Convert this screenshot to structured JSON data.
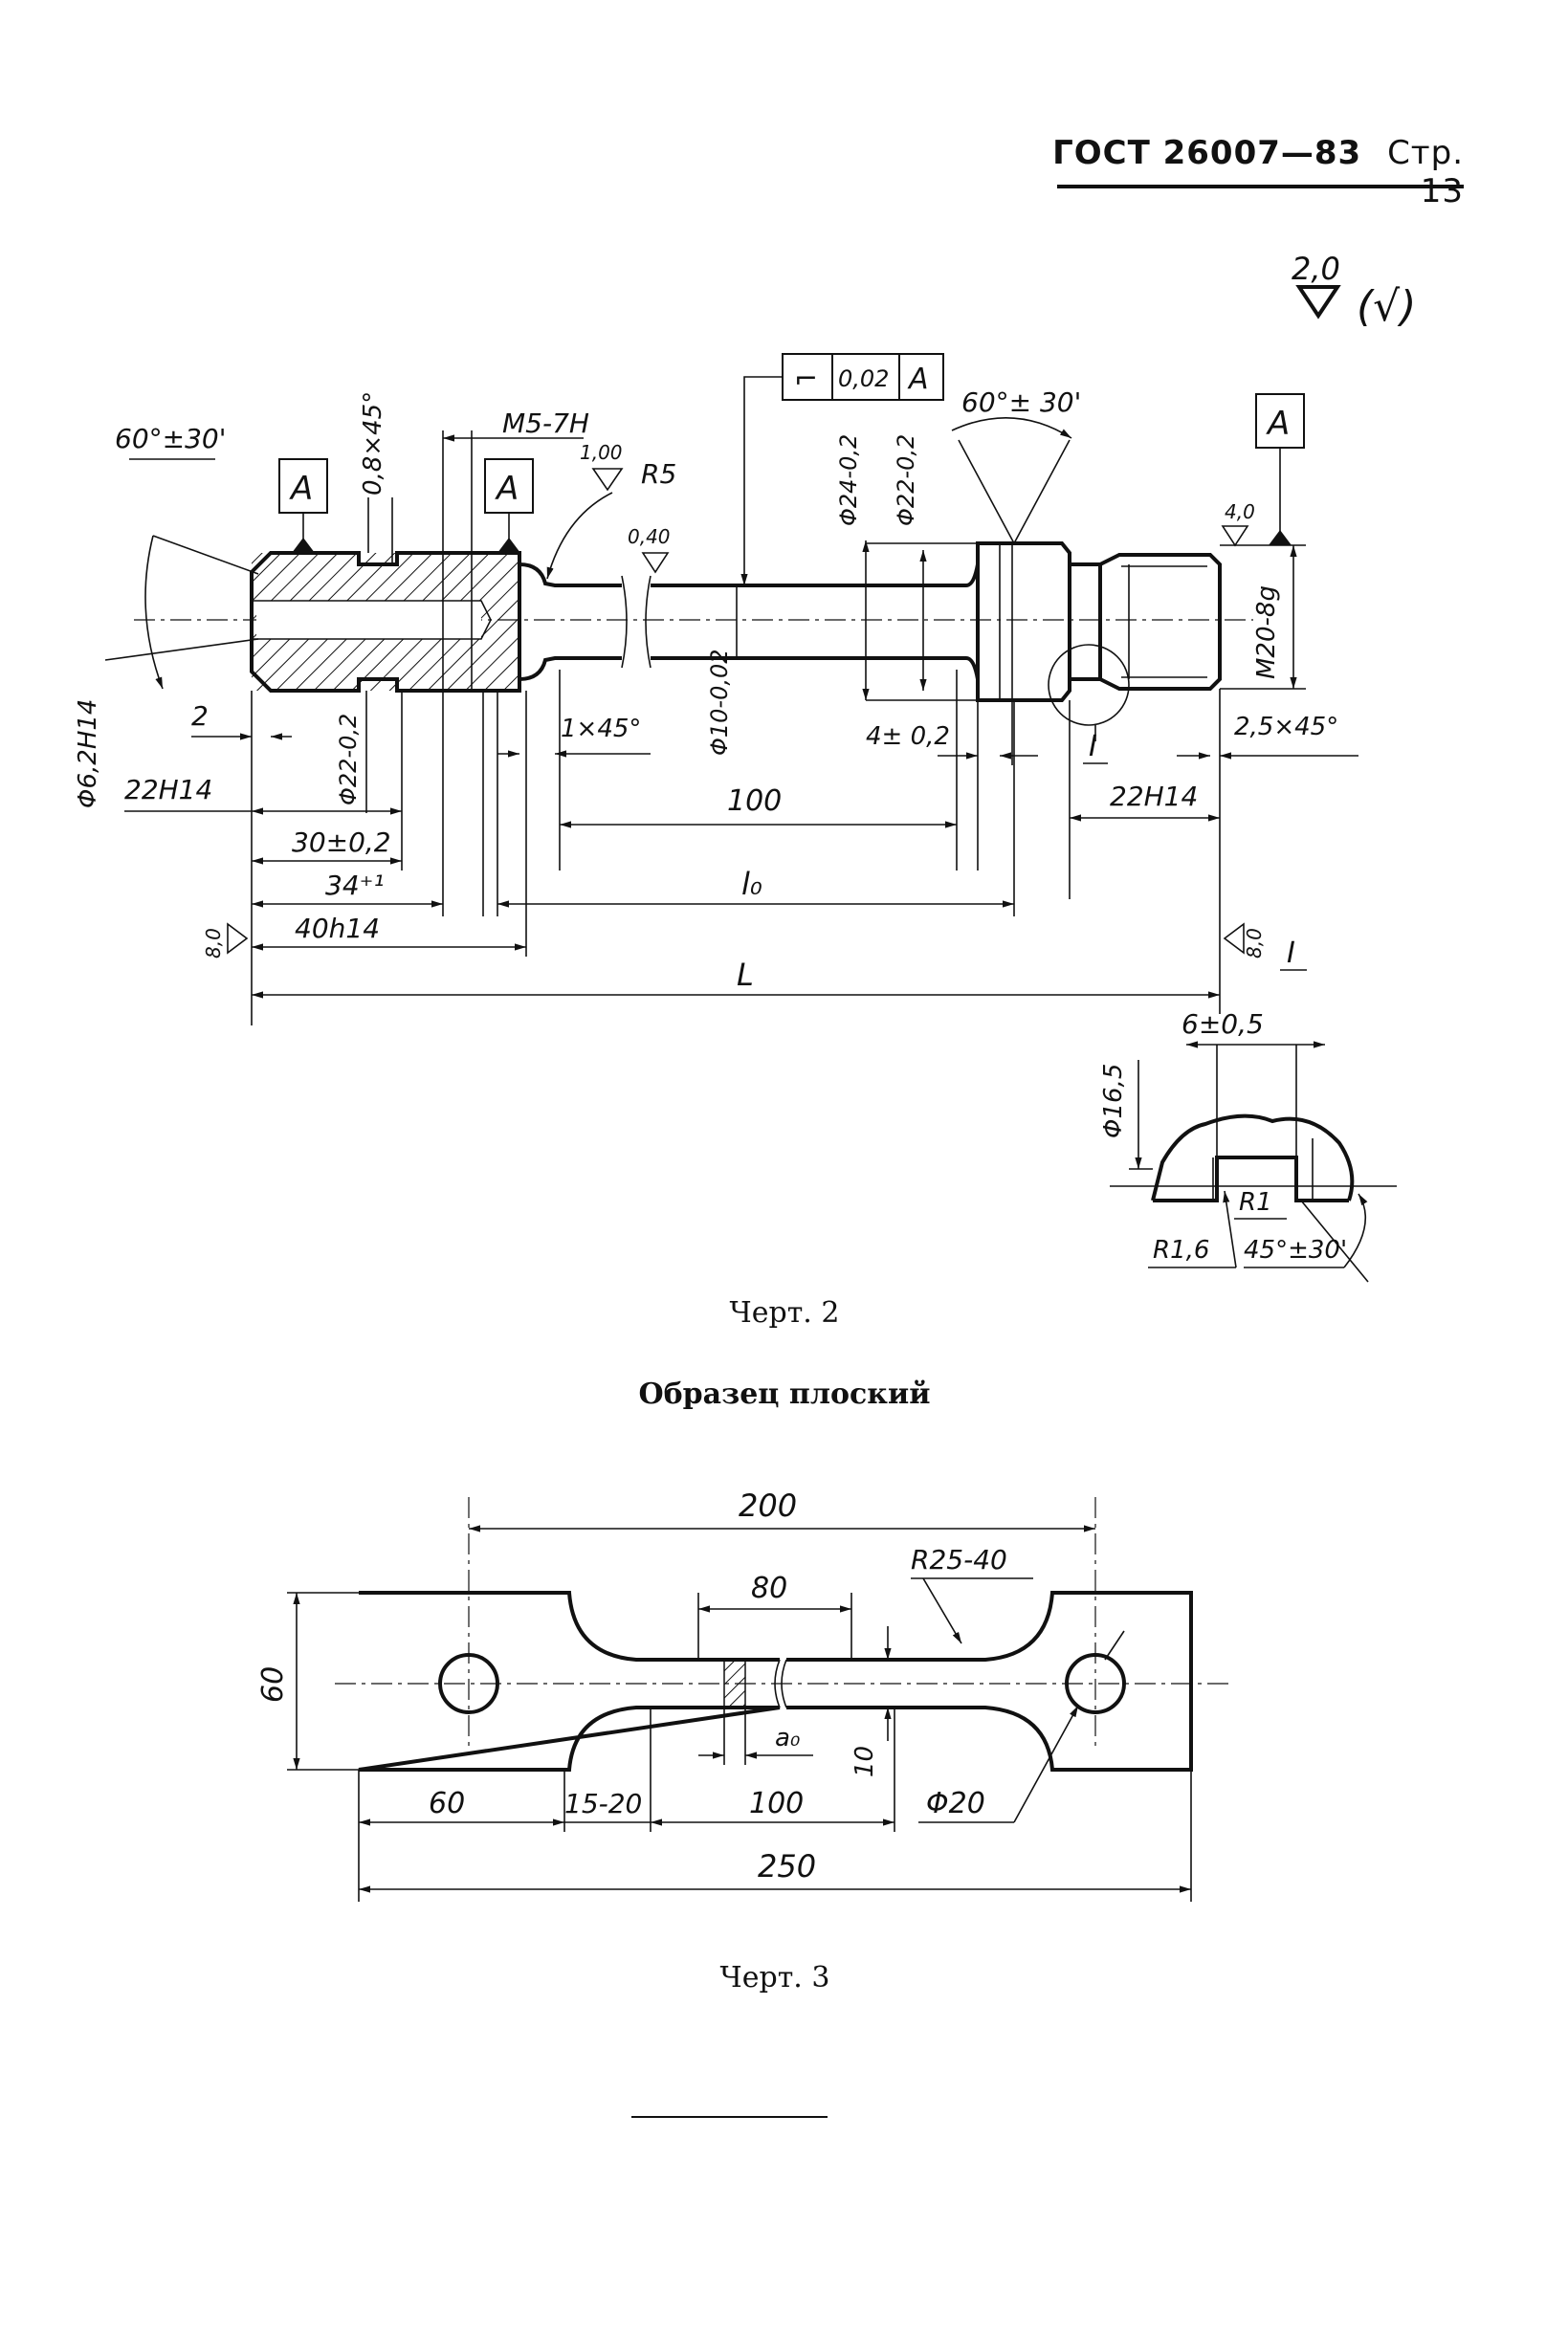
{
  "header": {
    "standard": "ГОСТ 26007—83",
    "page_label": "Стр. 13"
  },
  "roughness_general": {
    "value": "2,0",
    "note": "(√)"
  },
  "drawing2": {
    "caption": "Черт. 2",
    "datum_left_1": "А",
    "datum_left_2": "А",
    "datum_right": "А",
    "tolerance_frame": {
      "symbol": "⌐",
      "value": "0,02",
      "datum": "А"
    },
    "angle_left": "60°±30'",
    "chamfer_top": "0,8×45°",
    "thread_small": "М5-7Н",
    "roughness_fillet": "1,00",
    "radius": "R5",
    "roughness_shank": "0,40",
    "angle_right": "60°± 30'",
    "dia_24": "Φ24-0,2",
    "dia_22": "Φ22-0,2",
    "roughness_thread": "4,0",
    "thread_big": "M20-8g",
    "dia_6": "Φ6,2H14",
    "dim_2": "2",
    "dia_22_left": "Φ22-0,2",
    "chamfer_1": "1×45°",
    "dia_10": "Φ10-0,02",
    "dim_4": "4± 0,2",
    "detail_mark": "I",
    "chamfer_25": "2,5×45°",
    "dim_22h14_left": "22H14",
    "dim_22h14_right": "22H14",
    "dim_100": "100",
    "dim_30": "30±0,2",
    "dim_34": "34⁺¹",
    "dim_l0": "l₀",
    "roughness_end_left": "8,0",
    "dim_40": "40h14",
    "roughness_end_right": "8,0",
    "detail_label": "I",
    "dim_L": "L",
    "detail": {
      "dim_6": "6±0,5",
      "dia_16": "Φ16,5",
      "r1": "R1",
      "r16": "R1,6",
      "angle": "45°±30'"
    }
  },
  "drawing3": {
    "title": "Образец плоский",
    "caption": "Черт. 3",
    "dim_200": "200",
    "dim_80": "80",
    "radius": "R25-40",
    "dim_60_height": "60",
    "dim_a0": "a₀",
    "dim_10": "10",
    "dim_60": "60",
    "dim_15_20": "15-20",
    "dim_100": "100",
    "dia_20": "Φ20",
    "dim_250": "250"
  }
}
